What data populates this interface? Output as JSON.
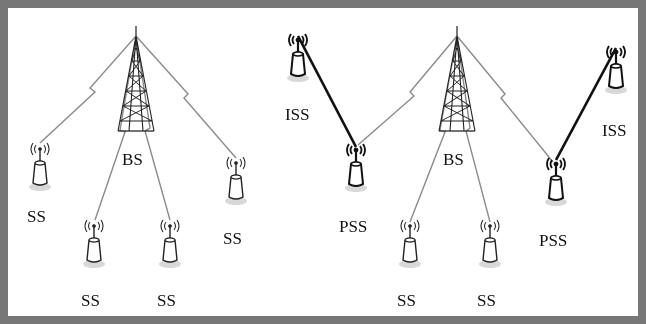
{
  "left_diagram": {
    "base_station_label": "BS",
    "subscriber_labels": [
      "SS",
      "SS",
      "SS",
      "SS"
    ]
  },
  "right_diagram": {
    "base_station_label": "BS",
    "proxy_labels": [
      "PSS",
      "PSS"
    ],
    "indirect_labels": [
      "ISS",
      "ISS"
    ],
    "subscriber_labels": [
      "SS",
      "SS"
    ]
  },
  "colors": {
    "frame": "#777777",
    "wireless_link": "#8a8a8a",
    "relay_link": "#111111",
    "device_shadow": "#d8d8d8"
  }
}
